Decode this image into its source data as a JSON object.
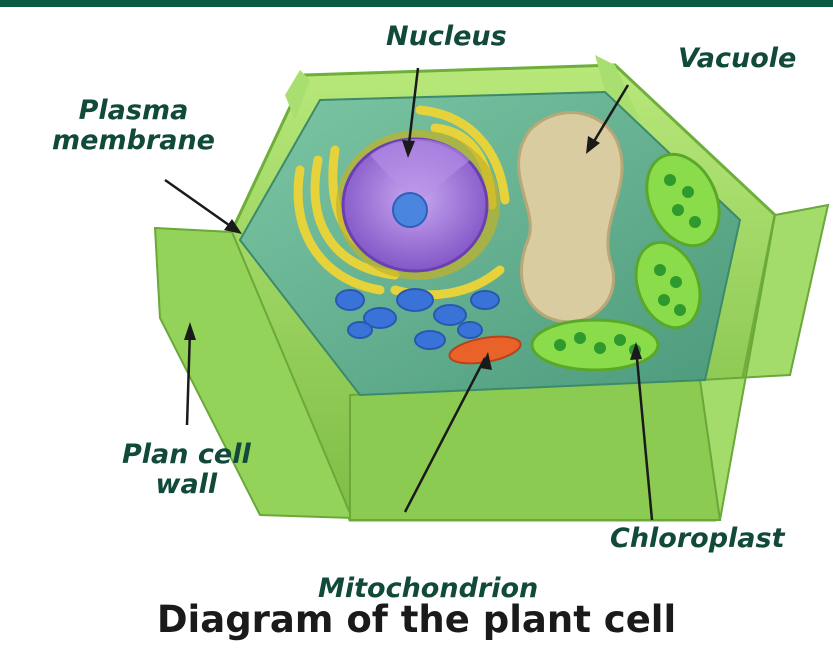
{
  "colors": {
    "top_bar": "#0b5a43",
    "label_text": "#114a3a",
    "caption_text": "#1a1a1a",
    "pointer": "#1a1a1a",
    "cell_wall": "#9ed85a",
    "cell_wall_dark": "#6fae3a",
    "cytoplasm": "#5fae8e",
    "vacuole": "#d9cca0",
    "nucleus": "#9b6fd6",
    "nucleolus": "#4a86e0",
    "golgi": "#e6d23a",
    "er_blue": "#3a73d8",
    "chloroplast": "#8bdc4a",
    "mitochondrion": "#e8622a"
  },
  "labels": {
    "nucleus": "Nucleus",
    "vacuole": "Vacuole",
    "plasma_membrane": "Plasma\nmembrane",
    "cell_wall": "Plan cell\nwall",
    "chloroplast": "Chloroplast",
    "mitochondrion": "Mitochondrion"
  },
  "caption": "Diagram of the plant cell"
}
